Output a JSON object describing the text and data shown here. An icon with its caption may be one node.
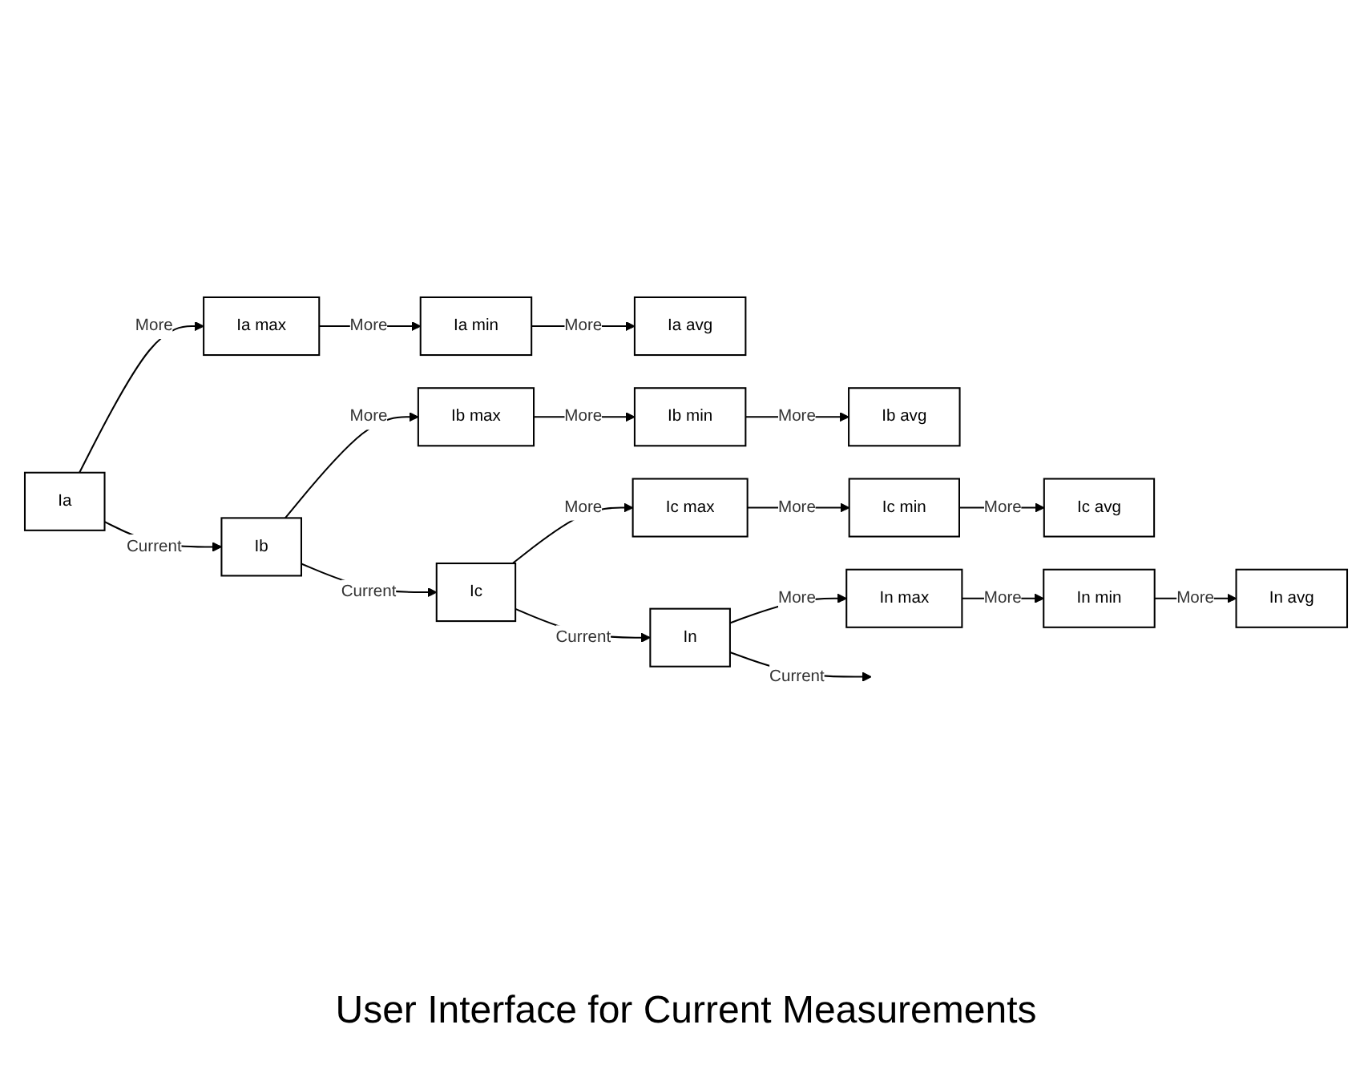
{
  "diagram": {
    "caption": "User Interface for Current Measurements",
    "nodes": [
      {
        "text": [
          "Ia"
        ]
      },
      {
        "text": [
          "Ia max"
        ]
      },
      {
        "text": [
          "Ia min"
        ]
      },
      {
        "text": [
          "Ia avg"
        ]
      },
      {
        "text": [
          "Ib"
        ]
      },
      {
        "text": [
          "Ib max"
        ]
      },
      {
        "text": [
          "Ib min"
        ]
      },
      {
        "text": [
          "Ib avg"
        ]
      },
      {
        "text": [
          "Ic"
        ]
      },
      {
        "text": [
          "Ic max"
        ]
      },
      {
        "text": [
          "Ic min"
        ]
      },
      {
        "text": [
          "Ic avg"
        ]
      },
      {
        "text": [
          "In"
        ]
      },
      {
        "text": [
          "In max"
        ]
      },
      {
        "text": [
          "In min"
        ]
      },
      {
        "text": [
          "In avg"
        ]
      }
    ],
    "edges": [
      {
        "from": 0,
        "to": 1,
        "arrow": "to",
        "label": "More"
      },
      {
        "from": 1,
        "to": 2,
        "arrow": "to",
        "label": "More"
      },
      {
        "from": 2,
        "to": 3,
        "arrow": "to",
        "label": "More"
      },
      {
        "from": 0,
        "to": 4,
        "arrow": "to",
        "label": "Current"
      },
      {
        "from": 4,
        "to": 5,
        "arrow": "to",
        "label": "More"
      },
      {
        "from": 5,
        "to": 6,
        "arrow": "to",
        "label": "More"
      },
      {
        "from": 6,
        "to": 7,
        "arrow": "to",
        "label": "More"
      },
      {
        "from": 4,
        "to": 8,
        "arrow": "to",
        "label": "Current"
      },
      {
        "from": 8,
        "to": 9,
        "arrow": "to",
        "label": "More"
      },
      {
        "from": 9,
        "to": 10,
        "arrow": "to",
        "label": "More"
      },
      {
        "from": 10,
        "to": 11,
        "arrow": "to",
        "label": "More"
      },
      {
        "from": 8,
        "to": 12,
        "arrow": "to",
        "label": "Current"
      },
      {
        "from": 12,
        "to": 13,
        "arrow": "to",
        "label": "More"
      },
      {
        "from": 13,
        "to": 14,
        "arrow": "to",
        "label": "More"
      },
      {
        "from": 14,
        "to": 15,
        "arrow": "to",
        "label": "More"
      },
      {
        "from": 12,
        "to": null,
        "arrow": "to",
        "label": "Current"
      }
    ]
  }
}
